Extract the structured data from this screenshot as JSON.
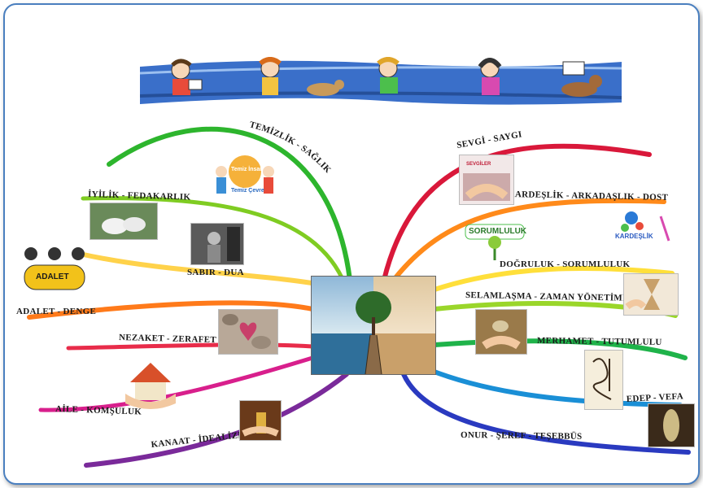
{
  "banner": {
    "name": "children-banner-illustration"
  },
  "center": {
    "name": "central-image-bridge-landscape"
  },
  "branches": [
    {
      "id": "temizlik",
      "label": "TEMİZLİK - SAĞLIK",
      "color": "#2db52d"
    },
    {
      "id": "iyilik",
      "label": "İYİLİK - FEDAKARLIK",
      "color": "#7fcc22"
    },
    {
      "id": "sabir",
      "label": "SABIR - DUA",
      "color": "#ffd24a"
    },
    {
      "id": "adalet",
      "label": "ADALET - DENGE",
      "color": "#ff7a1a"
    },
    {
      "id": "nezaket",
      "label": "NEZAKET - ZERAFET",
      "color": "#e82c4a"
    },
    {
      "id": "aile",
      "label": "AİLE - KOMŞULUK",
      "color": "#d81f8c"
    },
    {
      "id": "kanaat",
      "label": "KANAAT - İDEALİZM",
      "color": "#7a2a9a"
    },
    {
      "id": "sevgi",
      "label": "SEVGİ - SAYGI",
      "color": "#d9183a"
    },
    {
      "id": "kardeslik",
      "label": "KARDEŞLİK - ARKADAŞLIK - DOSTLUK",
      "color": "#ff8a1a"
    },
    {
      "id": "dogruluk",
      "label": "DOĞRULUK - SORUMLULUK",
      "color": "#ffdf3a"
    },
    {
      "id": "selamlasma",
      "label": "SELAMLAŞMA - ZAMAN YÖNETİMİ",
      "color": "#9ad62a"
    },
    {
      "id": "merhamet",
      "label": "MERHAMET - TUTUMLULUK",
      "color": "#1fb34a"
    },
    {
      "id": "edep",
      "label": "EDEP - VEFA",
      "color": "#1a8fd6"
    },
    {
      "id": "onur",
      "label": "ONUR - ŞEREF - TEŞEBBÜS",
      "color": "#2a3ac0"
    }
  ],
  "image_texts": {
    "adalet_badge": "ADALET",
    "temiz_insan": "Temiz İnsan",
    "temiz_cevre": "Temiz Çevre",
    "sorumluluk": "SORUMLULUK",
    "kardeslik_logo": "KARDEŞLİK",
    "sevgiler_card": "SEVGİLER"
  }
}
